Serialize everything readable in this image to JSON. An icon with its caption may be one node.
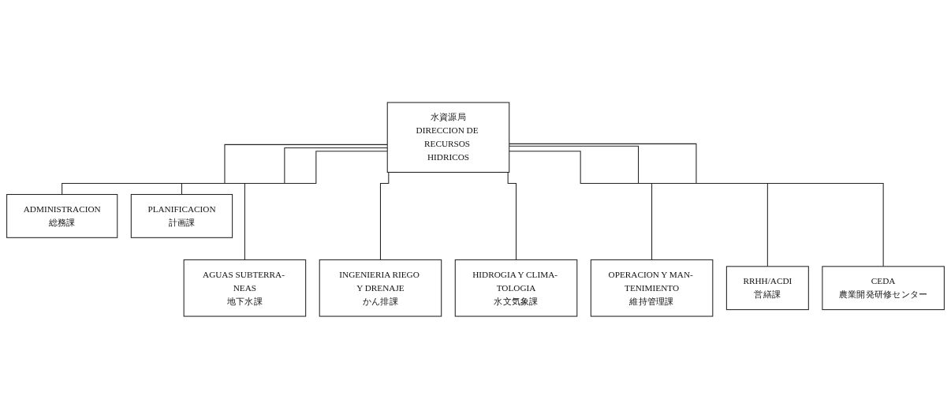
{
  "diagram": {
    "nodes": [
      {
        "text": [
          "水資源局",
          "DIRECCION DE RECURSOS HIDRICOS"
        ]
      },
      {
        "text": [
          "ADMINISTRACION",
          "総務課"
        ]
      },
      {
        "text": [
          "PLANIFICACION",
          "計画課"
        ]
      },
      {
        "text": [
          "AGUAS SUBTERRA- NEAS",
          "地下水課"
        ]
      },
      {
        "text": [
          "INGENIERIA RIEGO Y DRENAJE",
          "かん排課"
        ]
      },
      {
        "text": [
          "HIDROGIA Y CLIMA- TOLOGIA",
          "水文気象課"
        ]
      },
      {
        "text": [
          "OPERACION Y MAN- TENIMIENTO",
          "維持管理課"
        ]
      },
      {
        "text": [
          "RRHH/ACDI",
          "営繕課"
        ]
      },
      {
        "text": [
          "CEDA",
          "農業開発研修センター"
        ]
      }
    ],
    "edges": [
      {
        "from": 0,
        "to": 1,
        "arrow": "none"
      },
      {
        "from": 0,
        "to": 2,
        "arrow": "none"
      },
      {
        "from": 0,
        "to": 3,
        "arrow": "none"
      },
      {
        "from": 0,
        "to": 4,
        "arrow": "none"
      },
      {
        "from": 0,
        "to": 5,
        "arrow": "none"
      },
      {
        "from": 0,
        "to": 6,
        "arrow": "none"
      },
      {
        "from": 0,
        "to": 7,
        "arrow": "none"
      },
      {
        "from": 0,
        "to": 8,
        "arrow": "none"
      }
    ]
  }
}
